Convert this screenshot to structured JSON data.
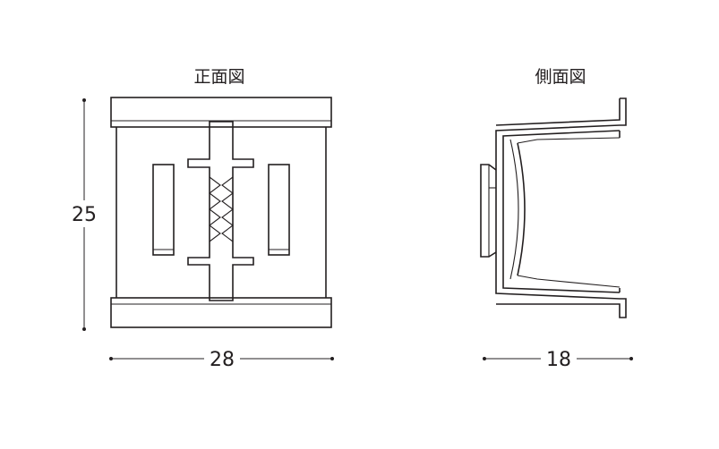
{
  "front_view": {
    "title": "正面図",
    "height_label": "25",
    "width_label": "28"
  },
  "side_view": {
    "title": "側面図",
    "width_label": "18"
  },
  "colors": {
    "line": "#231f20",
    "background": "#ffffff"
  }
}
